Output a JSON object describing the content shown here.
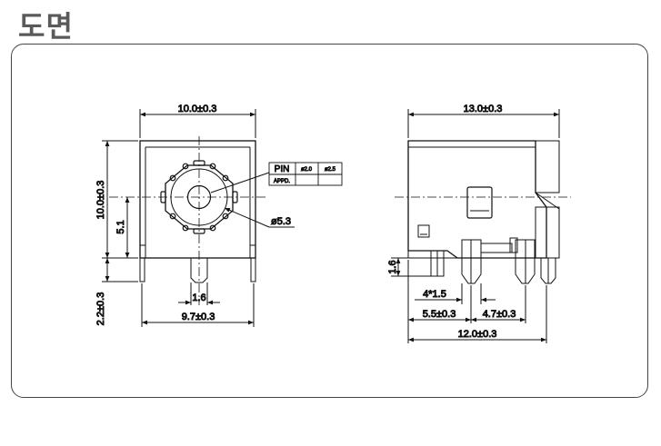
{
  "header": {
    "title": "도면"
  },
  "front_view": {
    "width_dim": "10.0±0.3",
    "height_dim": "10.0±0.3",
    "center_height_dim": "5.1",
    "lead_dim": "2.2±0.3",
    "pin_width_dim": "1.6",
    "pin_span_dim": "9.7±0.3",
    "hole_dim": "ø5.3"
  },
  "pin_table": {
    "col_pin": "PIN",
    "col_a": "ø2.0",
    "col_b": "ø2.5",
    "row_label": "APPD."
  },
  "side_view": {
    "width_dim": "13.0±0.3",
    "pin_height_dim": "1.6",
    "pitch_dim": "4*1.5",
    "dim_a": "5.5±0.3",
    "dim_b": "4.7±0.3",
    "overall_dim": "12.0±0.3"
  }
}
